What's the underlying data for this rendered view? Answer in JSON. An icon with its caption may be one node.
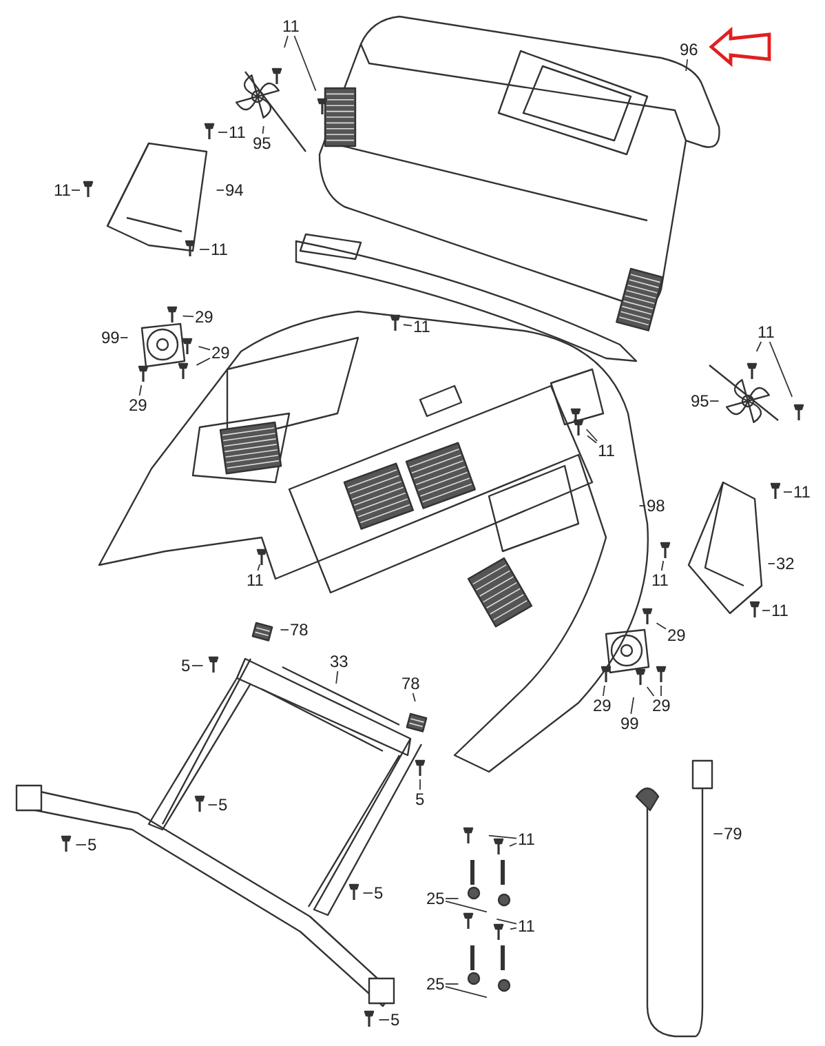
{
  "diagram": {
    "nodes": [
      {
        "text": [
          "11"
        ]
      },
      {
        "text": [
          "96"
        ]
      },
      {
        "text": [
          "11"
        ]
      },
      {
        "text": [
          "95"
        ]
      },
      {
        "text": [
          "11"
        ]
      },
      {
        "text": [
          "94"
        ]
      },
      {
        "text": [
          "11"
        ]
      },
      {
        "text": [
          "29"
        ]
      },
      {
        "text": [
          "99"
        ]
      },
      {
        "text": [
          "29"
        ]
      },
      {
        "text": [
          "29"
        ]
      },
      {
        "text": [
          "11"
        ]
      },
      {
        "text": [
          "11"
        ]
      },
      {
        "text": [
          "95"
        ]
      },
      {
        "text": [
          "11"
        ]
      },
      {
        "text": [
          "98"
        ]
      },
      {
        "text": [
          "11"
        ]
      },
      {
        "text": [
          "32"
        ]
      },
      {
        "text": [
          "11"
        ]
      },
      {
        "text": [
          "11"
        ]
      },
      {
        "text": [
          "11"
        ]
      },
      {
        "text": [
          "29"
        ]
      },
      {
        "text": [
          "78"
        ]
      },
      {
        "text": [
          "5"
        ]
      },
      {
        "text": [
          "33"
        ]
      },
      {
        "text": [
          "78"
        ]
      },
      {
        "text": [
          "29"
        ]
      },
      {
        "text": [
          "99"
        ]
      },
      {
        "text": [
          "29"
        ]
      },
      {
        "text": [
          "5"
        ]
      },
      {
        "text": [
          "5"
        ]
      },
      {
        "text": [
          "11"
        ]
      },
      {
        "text": [
          "79"
        ]
      },
      {
        "text": [
          "5"
        ]
      },
      {
        "text": [
          "25"
        ]
      },
      {
        "text": [
          "5"
        ]
      },
      {
        "text": [
          "11"
        ]
      },
      {
        "text": [
          "25"
        ]
      },
      {
        "text": [
          "5"
        ]
      }
    ],
    "edges": [
      {
        "from": 0,
        "to": null,
        "arrow": "none"
      },
      {
        "from": 0,
        "to": null,
        "arrow": "none"
      },
      {
        "from": 1,
        "to": null,
        "arrow": "none"
      },
      {
        "from": null,
        "to": 1,
        "arrow": "to",
        "style": "thick",
        "color": "#e02020"
      },
      {
        "from": 2,
        "to": null,
        "arrow": "none"
      },
      {
        "from": 3,
        "to": null,
        "arrow": "none"
      },
      {
        "from": 4,
        "to": null,
        "arrow": "none"
      },
      {
        "from": 5,
        "to": null,
        "arrow": "none"
      },
      {
        "from": 6,
        "to": null,
        "arrow": "none"
      },
      {
        "from": 7,
        "to": null,
        "arrow": "none"
      },
      {
        "from": 8,
        "to": null,
        "arrow": "none"
      },
      {
        "from": 9,
        "to": null,
        "arrow": "none"
      },
      {
        "from": 9,
        "to": null,
        "arrow": "none"
      },
      {
        "from": 10,
        "to": null,
        "arrow": "none"
      },
      {
        "from": 11,
        "to": null,
        "arrow": "none"
      },
      {
        "from": 12,
        "to": null,
        "arrow": "none"
      },
      {
        "from": 12,
        "to": null,
        "arrow": "none"
      },
      {
        "from": 13,
        "to": null,
        "arrow": "none"
      },
      {
        "from": 14,
        "to": null,
        "arrow": "none"
      },
      {
        "from": 14,
        "to": null,
        "arrow": "none"
      },
      {
        "from": 15,
        "to": null,
        "arrow": "none"
      },
      {
        "from": 16,
        "to": null,
        "arrow": "none"
      },
      {
        "from": 17,
        "to": null,
        "arrow": "none"
      },
      {
        "from": 18,
        "to": null,
        "arrow": "none"
      },
      {
        "from": 19,
        "to": null,
        "arrow": "none"
      },
      {
        "from": 20,
        "to": null,
        "arrow": "none"
      },
      {
        "from": 21,
        "to": null,
        "arrow": "none"
      },
      {
        "from": 22,
        "to": null,
        "arrow": "none"
      },
      {
        "from": 23,
        "to": null,
        "arrow": "none"
      },
      {
        "from": 24,
        "to": null,
        "arrow": "none"
      },
      {
        "from": 25,
        "to": null,
        "arrow": "none"
      },
      {
        "from": 26,
        "to": null,
        "arrow": "none"
      },
      {
        "from": 27,
        "to": null,
        "arrow": "none"
      },
      {
        "from": 28,
        "to": null,
        "arrow": "none"
      },
      {
        "from": 28,
        "to": null,
        "arrow": "none"
      },
      {
        "from": 29,
        "to": null,
        "arrow": "none"
      },
      {
        "from": 30,
        "to": null,
        "arrow": "none"
      },
      {
        "from": 31,
        "to": null,
        "arrow": "none"
      },
      {
        "from": 31,
        "to": null,
        "arrow": "none"
      },
      {
        "from": 32,
        "to": null,
        "arrow": "none"
      },
      {
        "from": 33,
        "to": null,
        "arrow": "none"
      },
      {
        "from": 34,
        "to": null,
        "arrow": "none"
      },
      {
        "from": 34,
        "to": null,
        "arrow": "none"
      },
      {
        "from": 35,
        "to": null,
        "arrow": "none"
      },
      {
        "from": 36,
        "to": null,
        "arrow": "none"
      },
      {
        "from": 36,
        "to": null,
        "arrow": "none"
      },
      {
        "from": 37,
        "to": null,
        "arrow": "none"
      },
      {
        "from": 37,
        "to": null,
        "arrow": "none"
      },
      {
        "from": 38,
        "to": null,
        "arrow": "none"
      }
    ]
  }
}
